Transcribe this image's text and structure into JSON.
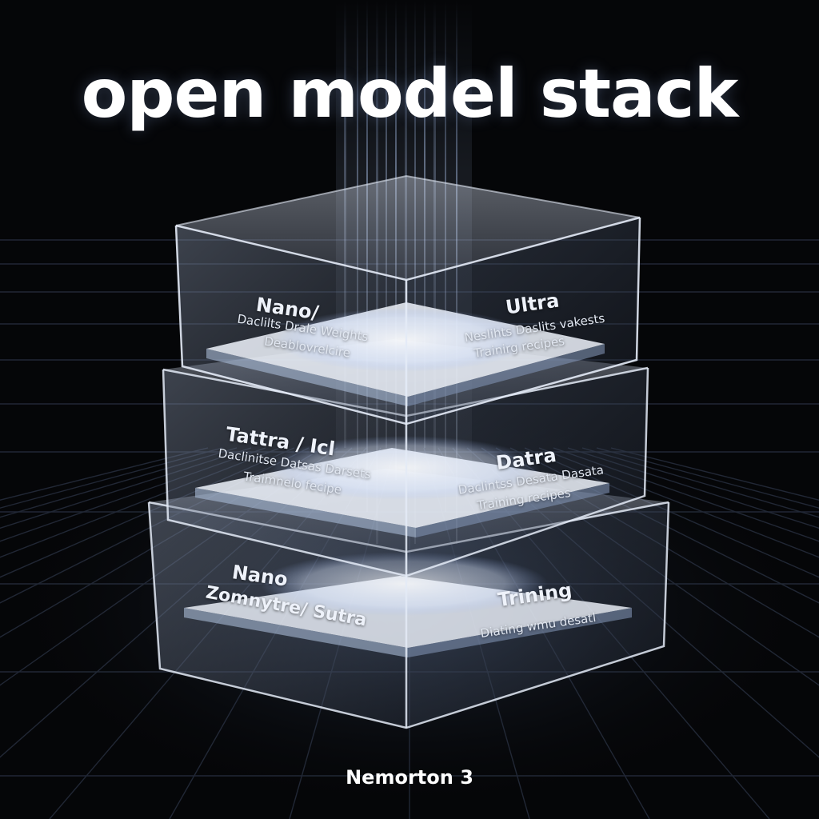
{
  "title": "open model stack",
  "footer": "Nemorton 3",
  "tiers": {
    "top": {
      "left_heading": "Nano/",
      "left_line1": "Daclilts Drale Weights",
      "left_line2": "Deablovrelcire",
      "right_heading": "Ultra",
      "right_line1": "Neslihts Daslits vakests",
      "right_line2": "Trainirg recipes"
    },
    "middle": {
      "left_heading": "Tattra / Icl",
      "left_line1": "Daclinitse Datsas Darsets",
      "left_line2": "Traimnelo fecipe",
      "right_heading": "Datra",
      "right_line1": "Daclintss Desata Dasata",
      "right_line2": "Training recipes"
    },
    "bottom": {
      "left_heading": "Nano",
      "left_line2": "Zomnytre/ Sutra",
      "right_heading": "Trining",
      "right_line1": "Diating wmu desatl"
    }
  },
  "colors": {
    "background": "#050608",
    "glass_edge": "#dfe7f5",
    "glow": "#cfe0ff",
    "text": "#ffffff"
  }
}
